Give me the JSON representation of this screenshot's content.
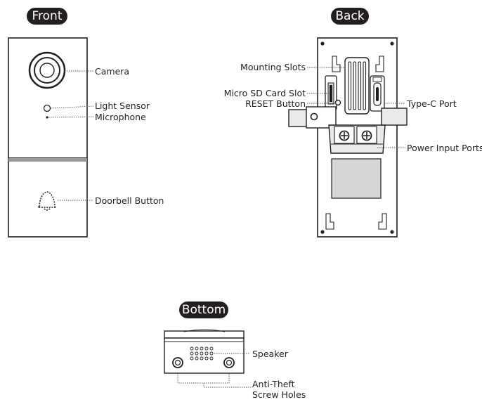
{
  "sections": {
    "front": "Front",
    "back": "Back",
    "bottom": "Bottom"
  },
  "front_labels": {
    "camera": "Camera",
    "light_sensor": "Light Sensor",
    "microphone": "Microphone",
    "doorbell_button": "Doorbell Button"
  },
  "back_labels": {
    "mounting_slots": "Mounting Slots",
    "micro_sd_slot": "Micro SD Card Slot",
    "reset_button": "RESET Button",
    "type_c_port": "Type-C Port",
    "power_input_ports": "Power Input Ports"
  },
  "bottom_labels": {
    "speaker": "Speaker",
    "anti_theft_line1": "Anti-Theft",
    "anti_theft_line2": "Screw Holes"
  },
  "colors": {
    "ink": "#231f20",
    "pill_bg": "#231f20",
    "pill_text": "#ffffff",
    "panel_fill": "#eaeaea",
    "panel_dark": "#d7d7d7"
  }
}
